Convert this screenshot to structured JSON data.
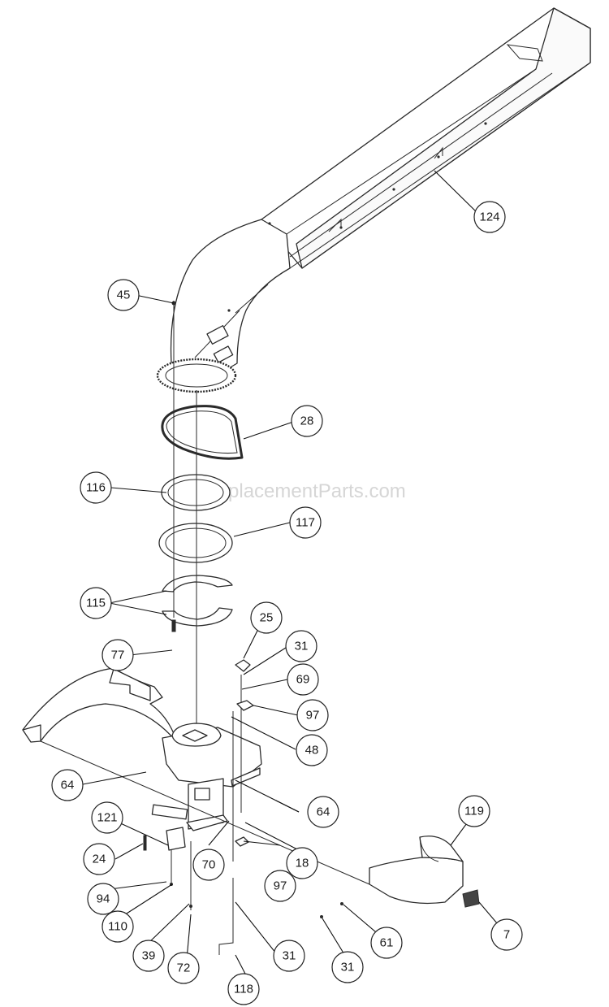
{
  "watermark": "eReplacementParts.com",
  "callouts": [
    {
      "id": "c124",
      "label": "124"
    },
    {
      "id": "c45",
      "label": "45"
    },
    {
      "id": "c28",
      "label": "28"
    },
    {
      "id": "c116",
      "label": "116"
    },
    {
      "id": "c117",
      "label": "117"
    },
    {
      "id": "c115",
      "label": "115"
    },
    {
      "id": "c77",
      "label": "77"
    },
    {
      "id": "c25",
      "label": "25"
    },
    {
      "id": "c31a",
      "label": "31"
    },
    {
      "id": "c69",
      "label": "69"
    },
    {
      "id": "c97a",
      "label": "97"
    },
    {
      "id": "c48",
      "label": "48"
    },
    {
      "id": "c64a",
      "label": "64"
    },
    {
      "id": "c64b",
      "label": "64"
    },
    {
      "id": "c119",
      "label": "119"
    },
    {
      "id": "c121",
      "label": "121"
    },
    {
      "id": "c24",
      "label": "24"
    },
    {
      "id": "c70",
      "label": "70"
    },
    {
      "id": "c18",
      "label": "18"
    },
    {
      "id": "c97b",
      "label": "97"
    },
    {
      "id": "c94",
      "label": "94"
    },
    {
      "id": "c110",
      "label": "110"
    },
    {
      "id": "c39",
      "label": "39"
    },
    {
      "id": "c72",
      "label": "72"
    },
    {
      "id": "c118",
      "label": "118"
    },
    {
      "id": "c31b",
      "label": "31"
    },
    {
      "id": "c31c",
      "label": "31"
    },
    {
      "id": "c61",
      "label": "61"
    },
    {
      "id": "c7",
      "label": "7"
    }
  ]
}
